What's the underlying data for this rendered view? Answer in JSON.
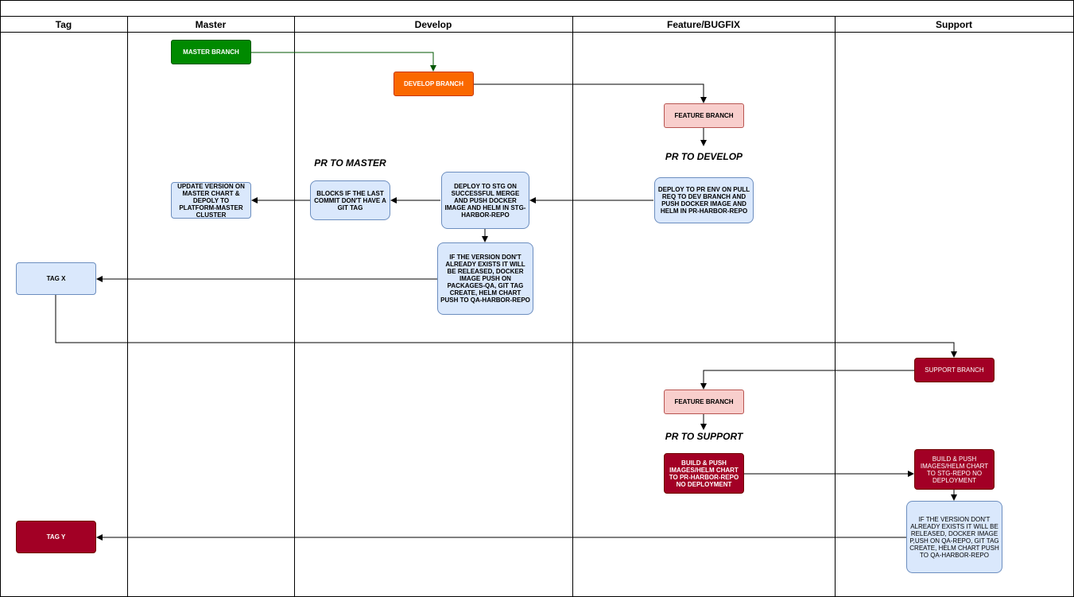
{
  "lanes": {
    "tag": "Tag",
    "master": "Master",
    "develop": "Develop",
    "feature": "Feature/BUGFIX",
    "support": "Support"
  },
  "nodes": {
    "master_branch": "MASTER BRANCH",
    "develop_branch": "DEVELOP BRANCH",
    "feature_branch_1": "FEATURE BRANCH",
    "deploy_pr_env": "DEPLOY TO PR ENV ON PULL REQ TO DEV BRANCH AND PUSH DOCKER IMAGE AND HELM IN PR-HARBOR-REPO",
    "deploy_stg": "DEPLOY TO STG ON SUCCESSFUL MERGE AND PUSH DOCKER IMAGE AND HELM IN STG-HARBOR-REPO",
    "blocks_git_tag": "BLOCKS IF THE LAST COMMIT DON'T HAVE A GIT TAG",
    "update_version": "UPDATE VERSION ON MASTER CHART & DEPOLY TO PLATFORM-MASTER CLUSTER",
    "release_qa": "IF THE VERSION DON'T ALREADY EXISTS IT WILL BE RELEASED, DOCKER IMAGE PUSH ON PACKAGES-QA, GIT TAG CREATE, HELM CHART PUSH TO QA-HARBOR-REPO",
    "tag_x": "TAG X",
    "support_branch": "SUPPORT BRANCH",
    "feature_branch_2": "FEATURE BRANCH",
    "build_push_pr": "BUILD & PUSH IMAGES/HELM CHART TO PR-HARBOR-REPO NO DEPLOYMENT",
    "build_push_stg": "BUILD & PUSH IMAGES/HELM CHART TO STG-REPO NO DEPLOYMENT",
    "release_support": "IF THE VERSION DON'T ALREADY EXISTS IT WILL BE RELEASED, DOCKER IMAGE P,USH ON QA-REPO, GIT TAG CREATE, HELM CHART PUSH TO QA-HARBOR-REPO",
    "tag_y": "TAG Y"
  },
  "labels": {
    "pr_to_develop": "PR TO DEVELOP",
    "pr_to_master": "PR TO MASTER",
    "pr_to_support": "PR TO SUPPORT"
  },
  "colors": {
    "master": "#008a00",
    "develop": "#fa6800",
    "feature": "#f8cecc",
    "support": "#a20025",
    "process": "#dae8fc"
  }
}
